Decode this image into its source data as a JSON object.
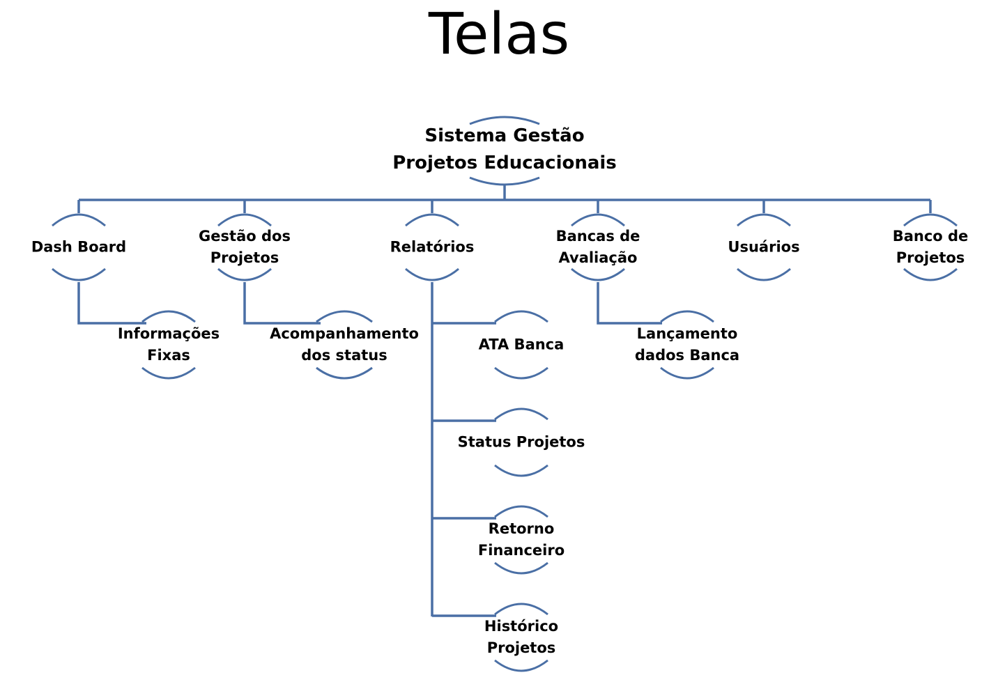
{
  "title": "Telas",
  "colors": {
    "connector": "#4a6fa5",
    "text": "#000000",
    "background": "#ffffff"
  },
  "root": {
    "line1": "Sistema Gestão",
    "line2": "Projetos Educacionais"
  },
  "nodes": [
    {
      "id": "dashboard",
      "line1": "Dash Board"
    },
    {
      "id": "gestao",
      "line1": "Gestão dos",
      "line2": "Projetos"
    },
    {
      "id": "relatorios",
      "line1": "Relatórios"
    },
    {
      "id": "bancas",
      "line1": "Bancas de",
      "line2": "Avaliação"
    },
    {
      "id": "usuarios",
      "line1": "Usuários"
    },
    {
      "id": "banco",
      "line1": "Banco de",
      "line2": "Projetos"
    }
  ],
  "children": {
    "dashboard": [
      {
        "line1": "Informações",
        "line2": "Fixas"
      }
    ],
    "gestao": [
      {
        "line1": "Acompanhamento",
        "line2": "dos status"
      }
    ],
    "relatorios": [
      {
        "line1": "ATA Banca"
      },
      {
        "line1": "Status Projetos"
      },
      {
        "line1": "Retorno",
        "line2": "Financeiro"
      },
      {
        "line1": "Histórico",
        "line2": "Projetos"
      }
    ],
    "bancas": [
      {
        "line1": "Lançamento",
        "line2": "dados Banca"
      }
    ]
  }
}
